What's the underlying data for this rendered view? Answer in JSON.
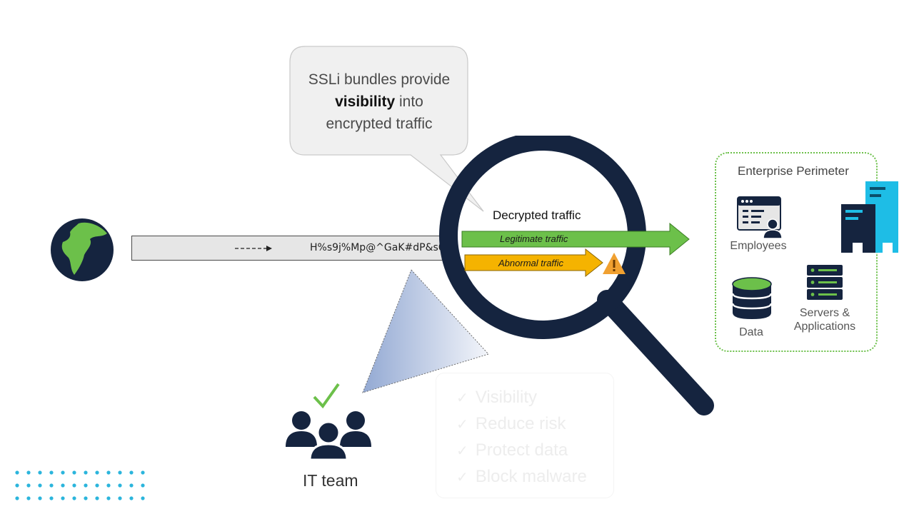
{
  "bubble": {
    "line1": "SSLi bundles provide",
    "line2_bold": "visibility",
    "line2_rest": " into",
    "line3": "encrypted traffic"
  },
  "encrypted_stream": "H%s9j%Mp@^GaK#dP&s0Y",
  "decrypted_title": "Decrypted traffic",
  "legitimate_label": "Legitimate traffic",
  "abnormal_label": "Abnormal traffic",
  "perimeter": {
    "title": "Enterprise Perimeter",
    "employees": "Employees",
    "data": "Data",
    "servers_line1": "Servers &",
    "servers_line2": "Applications"
  },
  "it_team": "IT team",
  "benefits": [
    "Visibility",
    "Reduce risk",
    "Protect data",
    "Block malware"
  ],
  "colors": {
    "navy": "#15243f",
    "green": "#6cc04a",
    "orange": "#f5b300",
    "cyan": "#1ebde6",
    "dot_blue": "#2bb5dc",
    "perimeter_border": "#6cc04a"
  },
  "icons": [
    "globe-icon",
    "arrow-right-icon",
    "magnifier-icon",
    "warning-icon",
    "employee-icon",
    "database-icon",
    "server-icon",
    "building-icon",
    "people-icon",
    "check-icon"
  ]
}
